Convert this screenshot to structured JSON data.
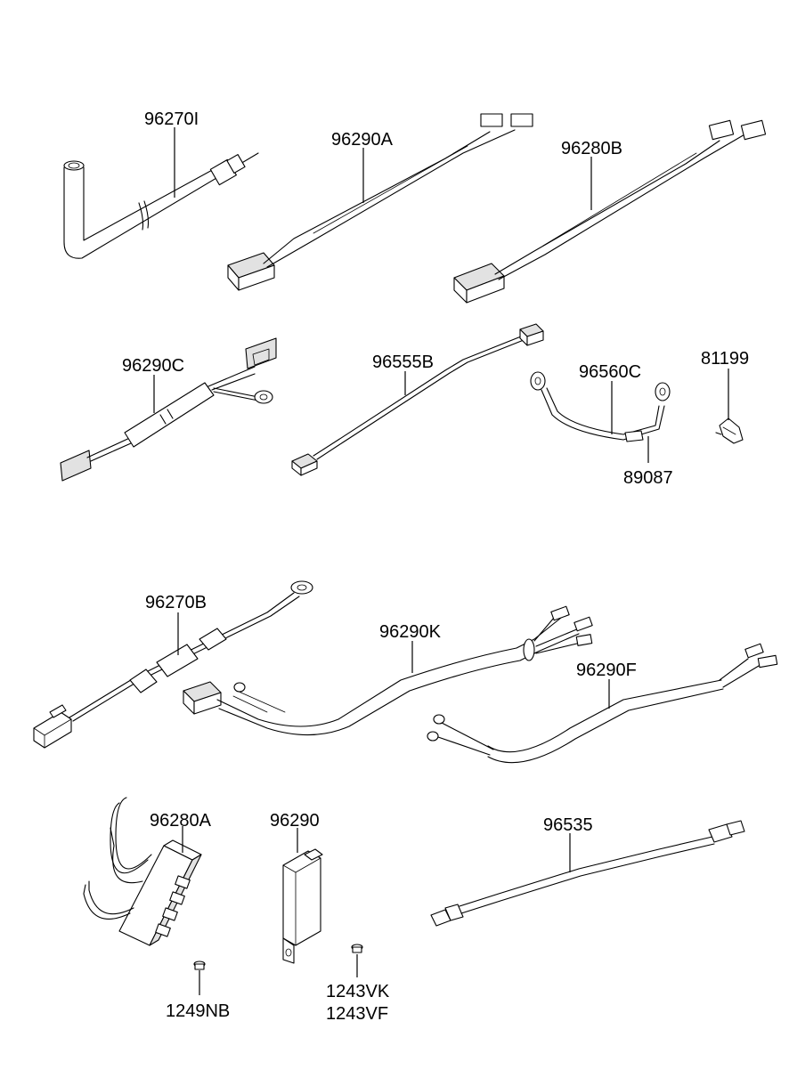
{
  "labels": {
    "p96270I": "96270I",
    "p96290A": "96290A",
    "p96280B": "96280B",
    "p96290C": "96290C",
    "p96555B": "96555B",
    "p96560C": "96560C",
    "p81199": "81199",
    "p89087": "89087",
    "p96270B": "96270B",
    "p96290K": "96290K",
    "p96290F": "96290F",
    "p96280A": "96280A",
    "p96290": "96290",
    "p96535": "96535",
    "p1249NB": "1249NB",
    "p1243VK": "1243VK",
    "p1243VF": "1243VF"
  }
}
